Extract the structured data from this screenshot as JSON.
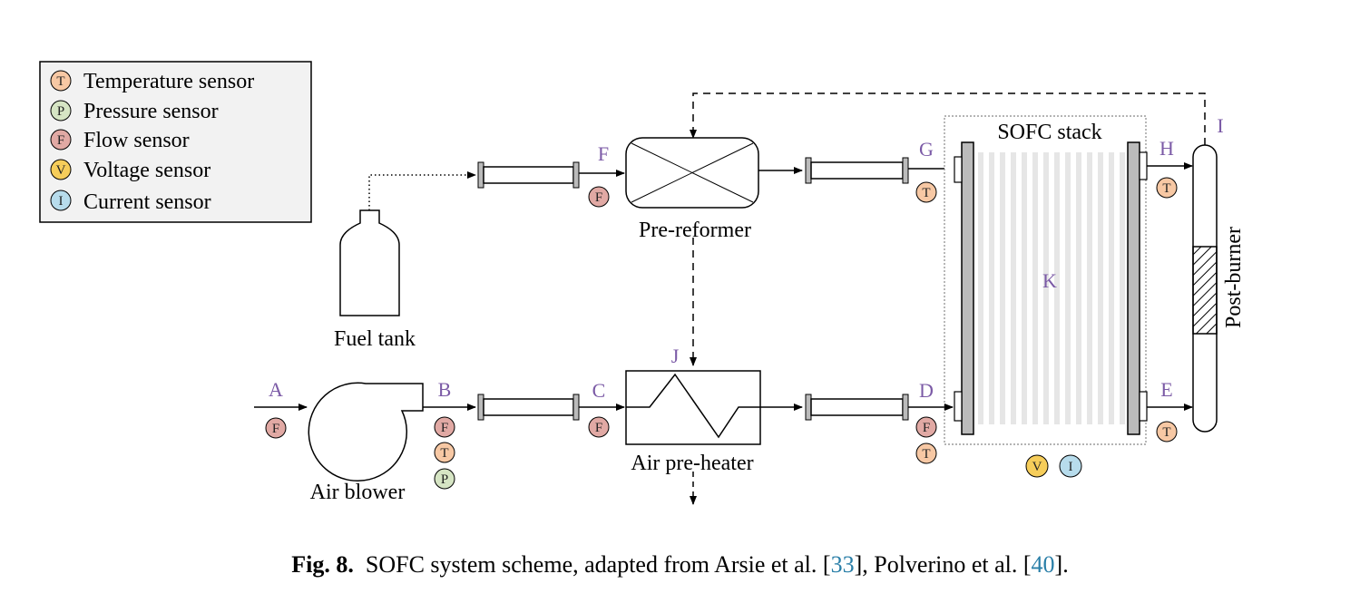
{
  "legend": [
    {
      "letter": "T",
      "label": "Temperature sensor",
      "color": "#f7c8a4"
    },
    {
      "letter": "P",
      "label": "Pressure sensor",
      "color": "#d6e5c4"
    },
    {
      "letter": "F",
      "label": "Flow sensor",
      "color": "#e1a9a4"
    },
    {
      "letter": "V",
      "label": "Voltage sensor",
      "color": "#f6cd5a"
    },
    {
      "letter": "I",
      "label": "Current sensor",
      "color": "#b7dcec"
    }
  ],
  "components": {
    "fuel_tank": "Fuel tank",
    "pre_reformer": "Pre-reformer",
    "sofc_stack": "SOFC stack",
    "post_burner": "Post-burner",
    "air_blower": "Air blower",
    "air_preheater": "Air pre-heater"
  },
  "points": {
    "A": "A",
    "B": "B",
    "C": "C",
    "D": "D",
    "E": "E",
    "F": "F",
    "G": "G",
    "H": "H",
    "I": "I",
    "J": "J",
    "K": "K"
  },
  "sensor_letters": {
    "T": "T",
    "P": "P",
    "F": "F",
    "V": "V",
    "I": "I"
  },
  "caption": {
    "label": "Fig. 8.",
    "text_before": "SOFC system scheme, adapted from Arsie et al. [",
    "ref1": "33",
    "text_middle": "], Polverino et al. [",
    "ref2": "40",
    "text_after": "]."
  }
}
